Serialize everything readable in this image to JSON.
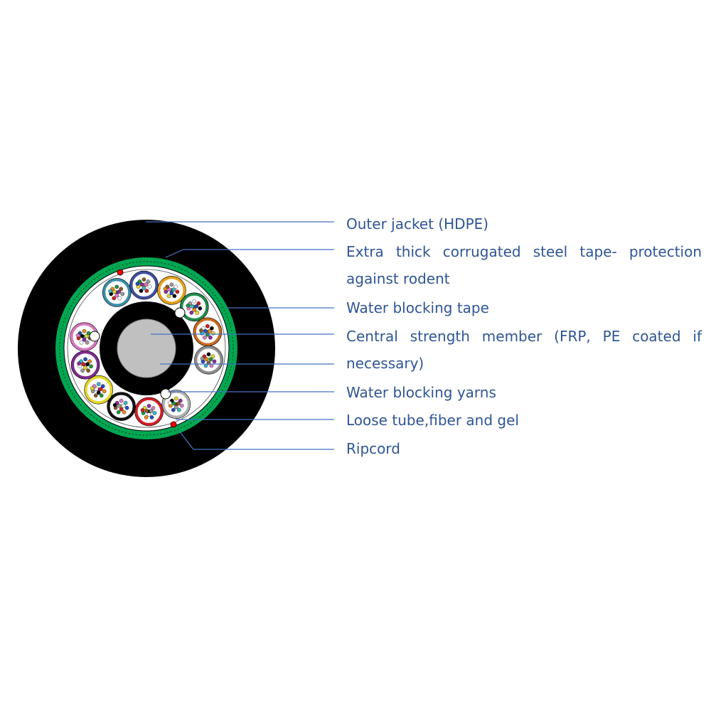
{
  "labels": [
    {
      "id": "outer-jacket",
      "text": "Outer jacket (HDPE)"
    },
    {
      "id": "steel-tape",
      "text": "Extra thick corrugated steel tape- protection",
      "text2": "against rodent"
    },
    {
      "id": "water-blocking-tape",
      "text": "Water blocking tape"
    },
    {
      "id": "central-strength-member",
      "text": "Central strength member (FRP, PE coated if",
      "text2": "necessary)"
    },
    {
      "id": "water-blocking-yarns",
      "text": "Water blocking yarns"
    },
    {
      "id": "loose-tube",
      "text": "Loose tube,fiber and gel"
    },
    {
      "id": "ripcord",
      "text": "Ripcord"
    }
  ],
  "colors": {
    "label_text": "#2E5597",
    "leader_line": "#4472C4",
    "jacket": "#000000",
    "steel_tape": "#00A651",
    "core_fill": "#ffffff",
    "central_member": "#C0C0C0",
    "inner_sheath": "#000000",
    "ripcord": "#FF0000"
  },
  "tube_colors": [
    "#3A8EA8",
    "#3F4EA0",
    "#E5A11A",
    "#1F8A4C",
    "#C86A1E",
    "#8E8E8E",
    "#B0B0B0",
    "#D01E24",
    "#111111",
    "#E3D72A",
    "#7E2A8C",
    "#D777C0"
  ]
}
